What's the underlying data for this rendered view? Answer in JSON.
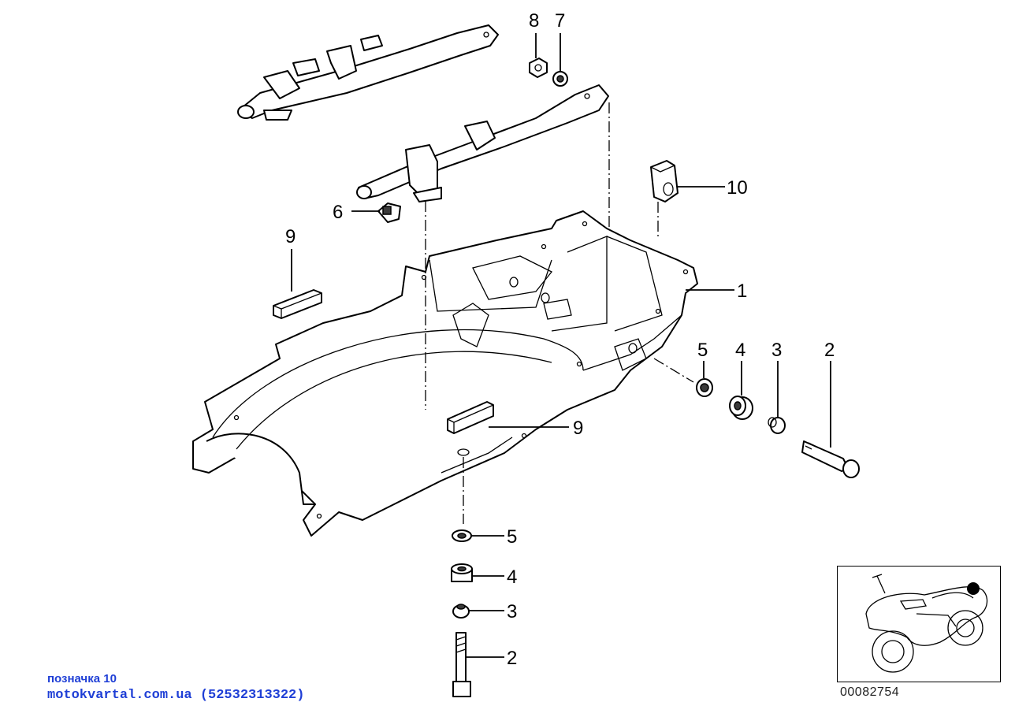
{
  "callouts": {
    "c1": "1",
    "c2a": "2",
    "c2b": "2",
    "c3a": "3",
    "c3b": "3",
    "c4a": "4",
    "c4b": "4",
    "c5a": "5",
    "c5b": "5",
    "c6": "6",
    "c7": "7",
    "c8": "8",
    "c9a": "9",
    "c9b": "9",
    "c10": "10"
  },
  "footer": {
    "caption": "позначка 10",
    "source": "motokvartal.com.ua (52532313322)"
  },
  "doc_number": "00082754",
  "colors": {
    "lines": "#000000",
    "background": "#ffffff",
    "footer_text": "#1f3fd6",
    "locator_marker": "#000000"
  }
}
